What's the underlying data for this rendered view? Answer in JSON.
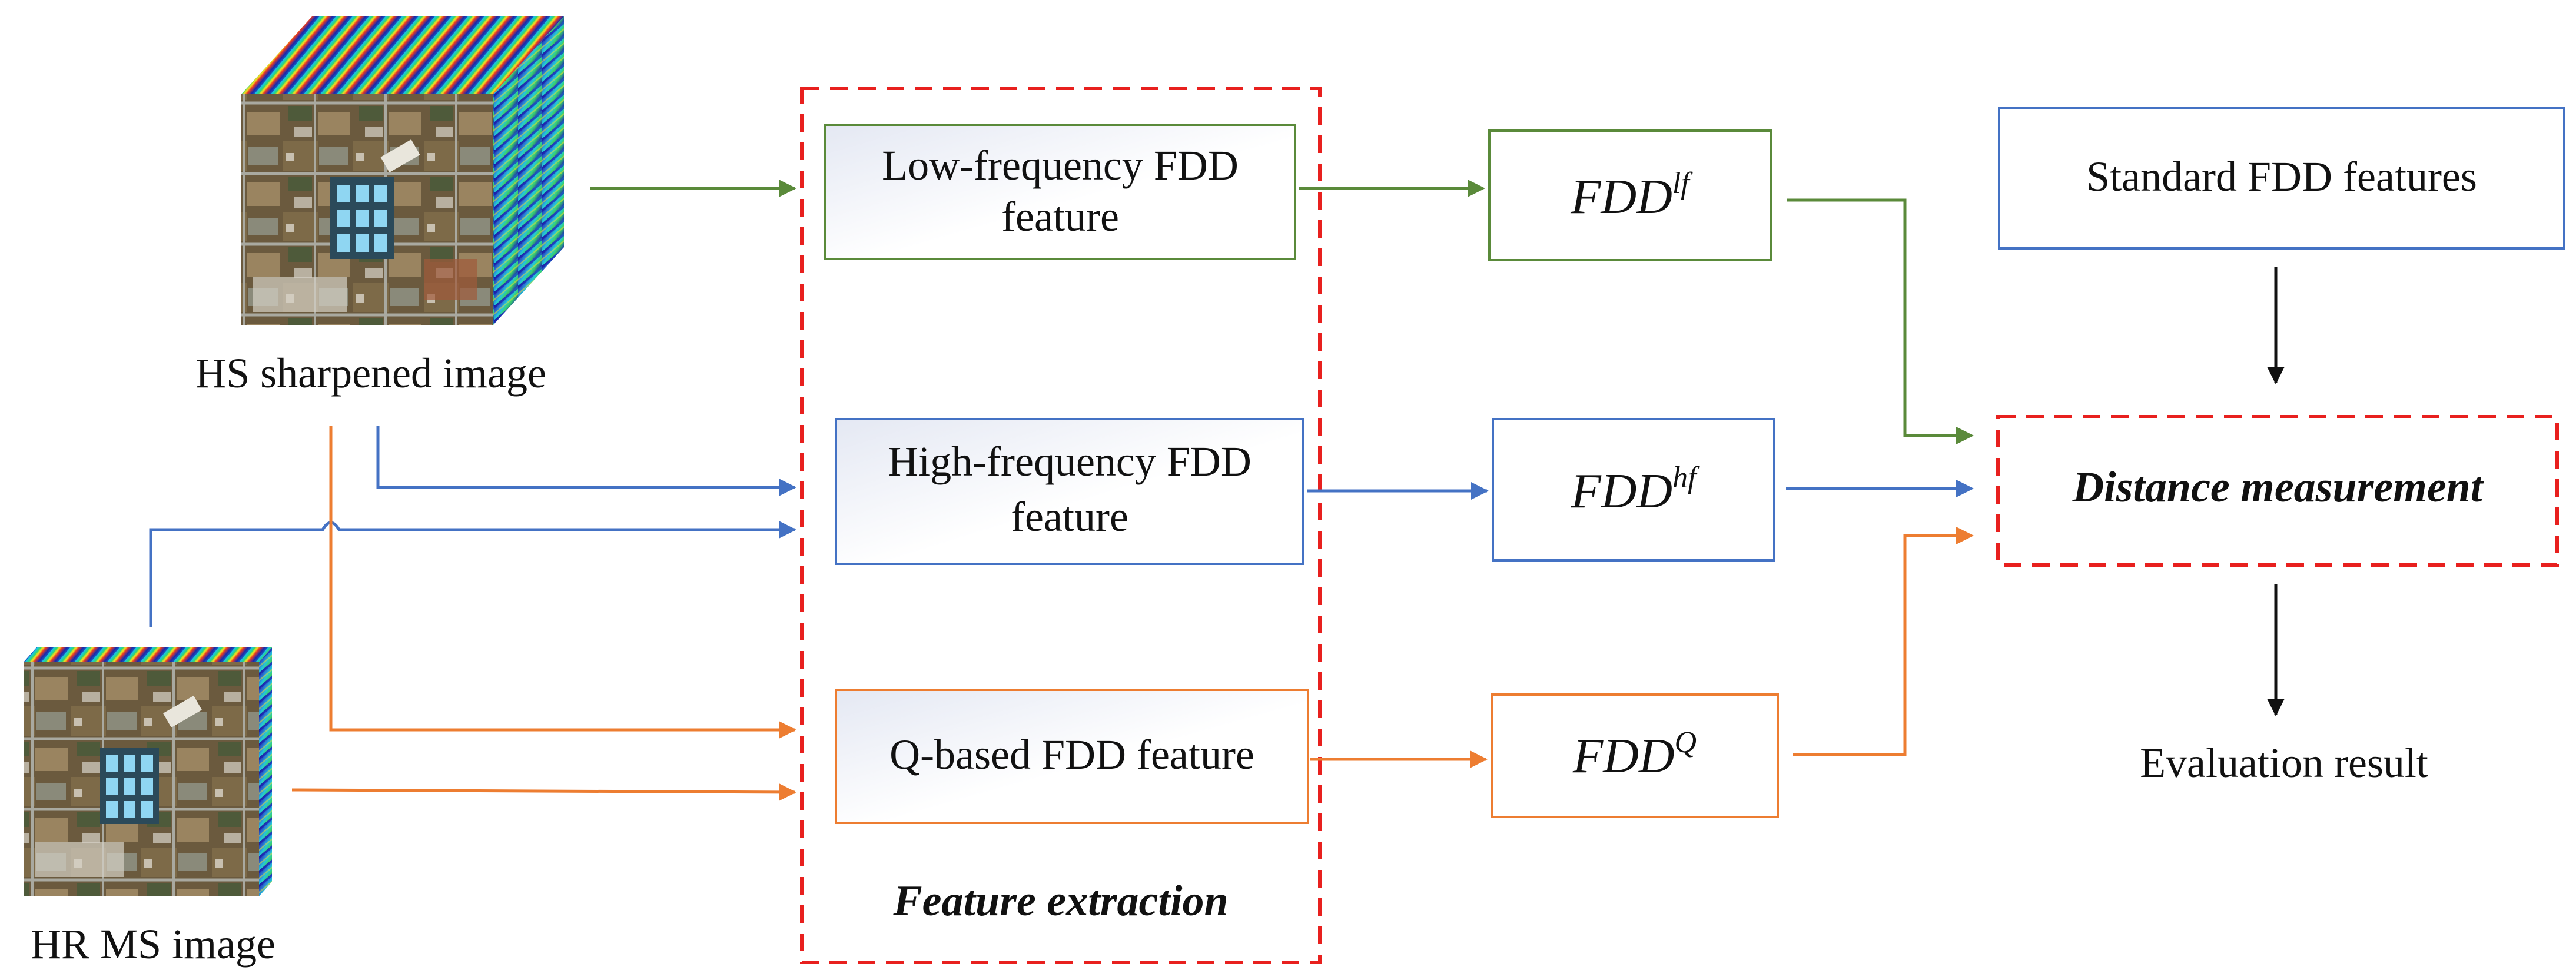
{
  "inputs": {
    "hs_label": "HS sharpened image",
    "ms_label": "HR MS image"
  },
  "feature_extraction": {
    "title": "Feature extraction",
    "low": [
      "Low-frequency FDD",
      "feature"
    ],
    "high": [
      "High-frequency FDD",
      "feature"
    ],
    "q": "Q-based FDD feature"
  },
  "fdd": {
    "base": "FDD",
    "lf_sup": "lf",
    "hf_sup": "hf",
    "q_sup": "Q"
  },
  "right": {
    "standard": "Standard FDD features",
    "distance": "Distance measurement",
    "result": "Evaluation result"
  },
  "colors": {
    "green": "#5a8a3a",
    "blue": "#4472c4",
    "orange": "#ed7d31",
    "red_dash": "#e8201e",
    "black": "#111111"
  }
}
